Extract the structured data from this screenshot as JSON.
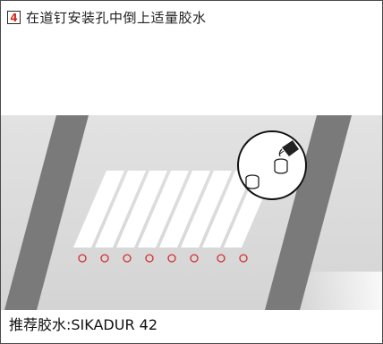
{
  "header": {
    "step_number": "4",
    "title": "在道钉安装孔中倒上适量胶水"
  },
  "illustration": {
    "road_color": "#d9d9d9",
    "stripe_color": "#7a7a7a",
    "crosswalk_color": "#ffffff",
    "hole_color": "#d32f2f",
    "hole_count": 8,
    "inset_icons": [
      "pouring-container-icon",
      "glue-cup-icon",
      "glue-cup-icon"
    ]
  },
  "footer": {
    "adhesive_label": "推荐胶水:SIKADUR 42"
  }
}
